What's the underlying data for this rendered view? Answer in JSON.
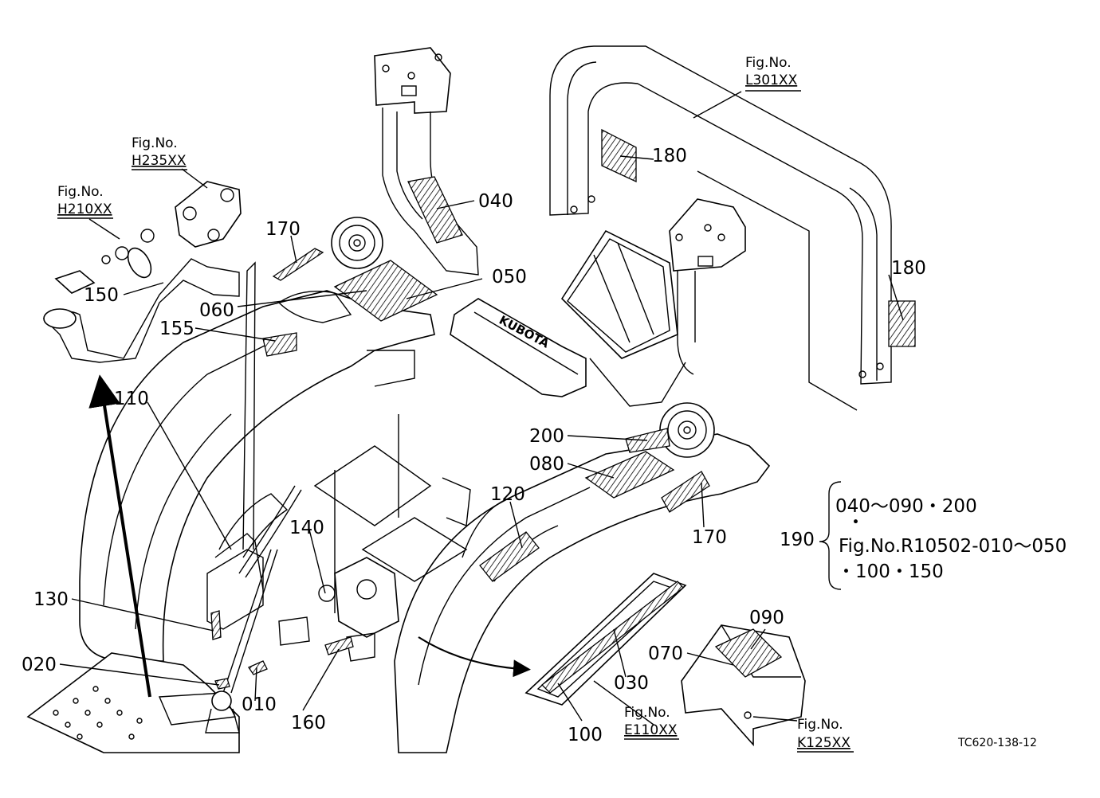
{
  "parts": {
    "p180a": "180",
    "p180b": "180",
    "p040": "040",
    "p050": "050",
    "p060": "060",
    "p170a": "170",
    "p170b": "170",
    "p150": "150",
    "p155": "155",
    "p110": "110",
    "p200": "200",
    "p080": "080",
    "p120": "120",
    "p140": "140",
    "p130": "130",
    "p020": "020",
    "p010": "010",
    "p160": "160",
    "p030": "030",
    "p100": "100",
    "p070": "070",
    "p090": "090",
    "p190": "190"
  },
  "figures": {
    "l301": {
      "label": "Fig.No.",
      "code": "L301XX"
    },
    "h235": {
      "label": "Fig.No.",
      "code": "H235XX"
    },
    "h210": {
      "label": "Fig.No.",
      "code": "H210XX"
    },
    "e110": {
      "label": "Fig.No.",
      "code": "E110XX"
    },
    "k125": {
      "label": "Fig.No.",
      "code": "K125XX"
    }
  },
  "group_note": {
    "line1": "040～090・200",
    "line2": "・",
    "line3": "Fig.No.R10502-010～050",
    "line4": "・100・150"
  },
  "brand_decal": "KUBOTA",
  "drawing_code": "TC620-138-12"
}
